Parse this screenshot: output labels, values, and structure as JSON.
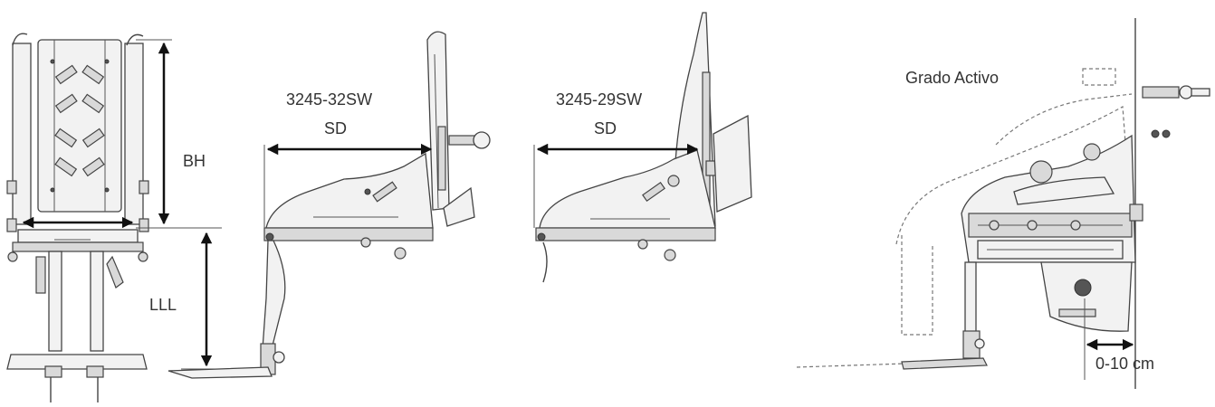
{
  "labels": {
    "bh": "BH",
    "lll": "LLL",
    "model_32": "3245-32SW",
    "sd_32": "SD",
    "model_29": "3245-29SW",
    "sd_29": "SD",
    "grado_activo": "Grado Activo",
    "adjust_range": "0-10 cm"
  }
}
